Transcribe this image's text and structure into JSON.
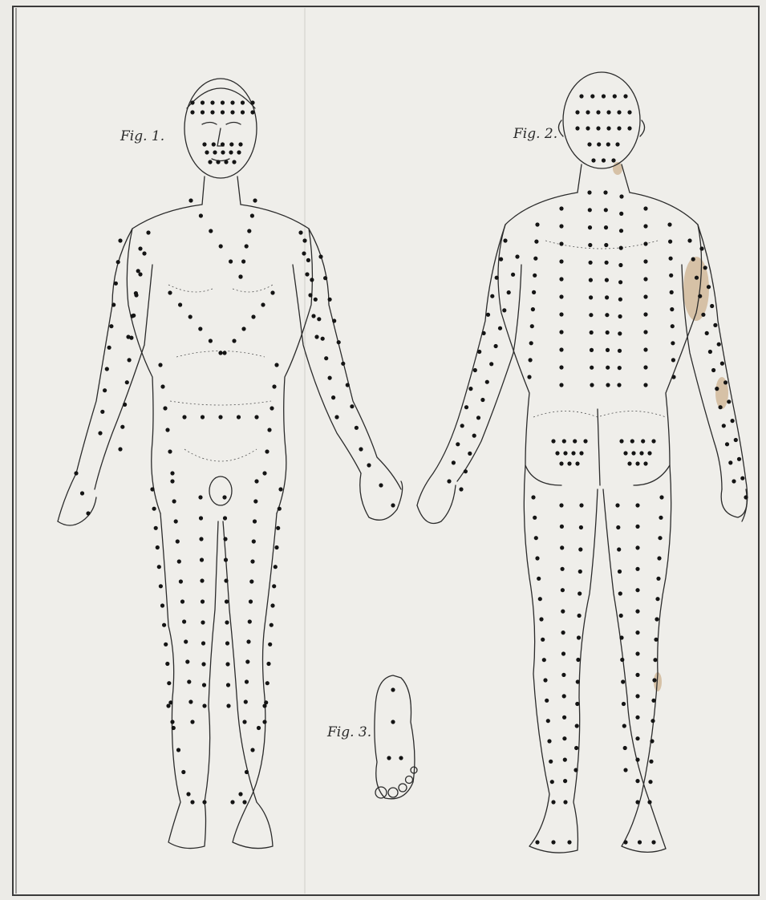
{
  "plate": {
    "paper_color": "#ecebe7",
    "ink_color": "#1a1a1a",
    "stain_color": "#b88a55"
  },
  "figures": [
    {
      "id": "fig1",
      "label": "Fig. 1.",
      "view": "front"
    },
    {
      "id": "fig2",
      "label": "Fig. 2.",
      "view": "back"
    },
    {
      "id": "fig3",
      "label": "Fig. 3.",
      "view": "sole"
    }
  ]
}
